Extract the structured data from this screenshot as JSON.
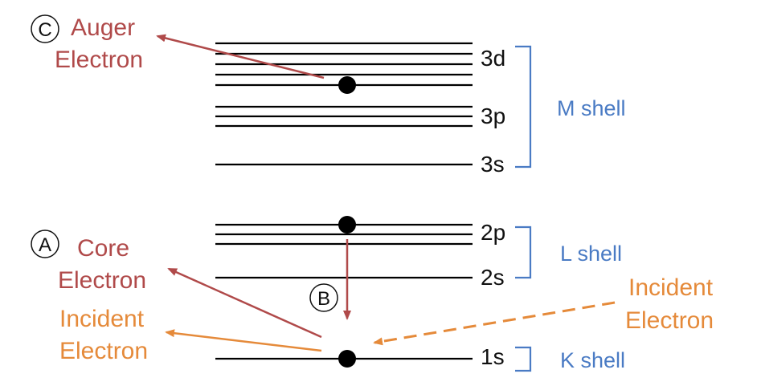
{
  "colors": {
    "level": "#000000",
    "shell": "#4a7bc4",
    "core": "#b04a4a",
    "incident": "#e58a3a"
  },
  "levels": {
    "3d": "3d",
    "3p": "3p",
    "3s": "3s",
    "2p": "2p",
    "2s": "2s",
    "1s": "1s"
  },
  "shells": {
    "m": "M shell",
    "l": "L shell",
    "k": "K shell"
  },
  "markers": {
    "a": "A",
    "b": "B",
    "c": "C"
  },
  "labels": {
    "auger_line1": "Auger",
    "auger_line2": "Electron",
    "core_line1": "Core",
    "core_line2": "Electron",
    "incident_out_line1": "Incident",
    "incident_out_line2": "Electron",
    "incident_in_line1": "Incident",
    "incident_in_line2": "Electron"
  }
}
